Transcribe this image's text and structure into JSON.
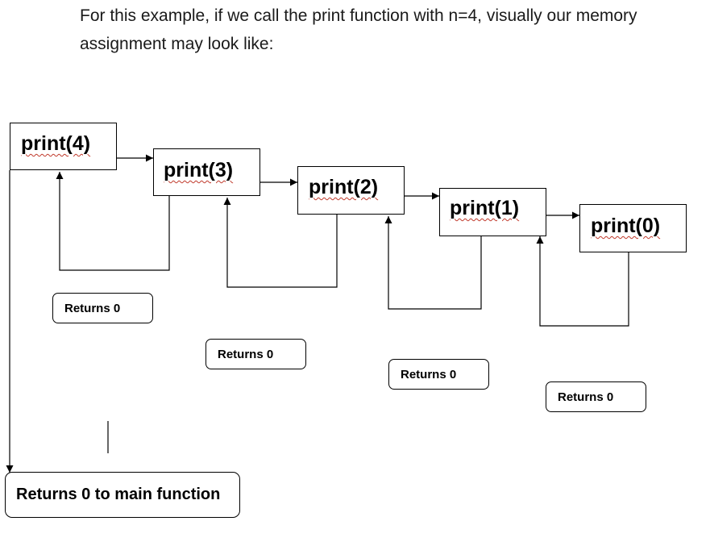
{
  "intro": {
    "line1": "For this example, if we call the print function with n=4, visually our memory",
    "line2": "assignment may look like:"
  },
  "calls": [
    {
      "label": "print(4)"
    },
    {
      "label": "print(3)"
    },
    {
      "label": "print(2)"
    },
    {
      "label": "print(1)"
    },
    {
      "label": "print(0)"
    }
  ],
  "returns": [
    {
      "label": "Returns 0"
    },
    {
      "label": "Returns 0"
    },
    {
      "label": "Returns 0"
    },
    {
      "label": "Returns 0"
    }
  ],
  "final_return": {
    "label": "Returns 0 to main function"
  }
}
